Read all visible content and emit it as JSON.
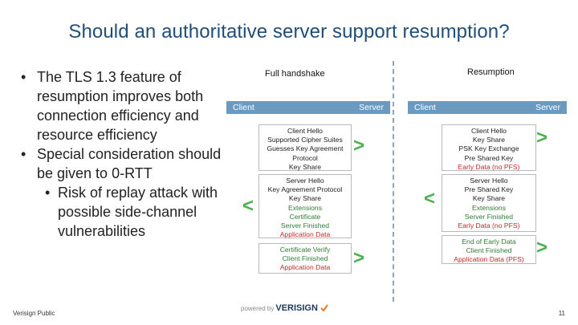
{
  "title": "Should an authoritative server support resumption?",
  "bullets": [
    {
      "level": 1,
      "text": "The TLS 1.3 feature of resumption improves both connection efficiency and resource efficiency"
    },
    {
      "level": 1,
      "text": "Special consideration should be given to 0-RTT"
    },
    {
      "level": 2,
      "text": "Risk of replay attack with possible side-channel vulnerabilities"
    }
  ],
  "full_handshake": {
    "heading": "Full handshake",
    "client_label": "Client",
    "server_label": "Server",
    "boxes": [
      {
        "lines": [
          {
            "text": "Client Hello",
            "tone": "normal"
          },
          {
            "text": "Supported Cipher Suites",
            "tone": "normal"
          },
          {
            "text": "Guesses Key Agreement",
            "tone": "normal"
          },
          {
            "text": "Protocol",
            "tone": "normal"
          },
          {
            "text": "Key Share",
            "tone": "normal"
          }
        ]
      },
      {
        "lines": [
          {
            "text": "Server Hello",
            "tone": "normal"
          },
          {
            "text": "Key Agreement Protocol",
            "tone": "normal"
          },
          {
            "text": "Key Share",
            "tone": "normal"
          },
          {
            "text": "Extensions",
            "tone": "green"
          },
          {
            "text": "Certificate",
            "tone": "green"
          },
          {
            "text": "Server Finished",
            "tone": "green"
          },
          {
            "text": "Application Data",
            "tone": "red"
          }
        ]
      },
      {
        "lines": [
          {
            "text": "Certificate Verify",
            "tone": "green"
          },
          {
            "text": "Client Finished",
            "tone": "green"
          },
          {
            "text": "Application Data",
            "tone": "red"
          }
        ]
      }
    ],
    "arrows": [
      ">",
      "<",
      ">"
    ]
  },
  "resumption": {
    "heading": "Resumption",
    "client_label": "Client",
    "server_label": "Server",
    "boxes": [
      {
        "lines": [
          {
            "text": "Client Hello",
            "tone": "normal"
          },
          {
            "text": "Key Share",
            "tone": "normal"
          },
          {
            "text": "PSK Key Exchange",
            "tone": "normal"
          },
          {
            "text": "Pre Shared Key",
            "tone": "normal"
          },
          {
            "text": "Early Data (no PFS)",
            "tone": "red"
          }
        ]
      },
      {
        "lines": [
          {
            "text": "Server Hello",
            "tone": "normal"
          },
          {
            "text": "Pre Shared Key",
            "tone": "normal"
          },
          {
            "text": "Key Share",
            "tone": "normal"
          },
          {
            "text": "Extensions",
            "tone": "green"
          },
          {
            "text": "Server Finished",
            "tone": "green"
          },
          {
            "text": "Early Data (no PFS)",
            "tone": "red"
          }
        ]
      },
      {
        "lines": [
          {
            "text": "End of Early Data",
            "tone": "green"
          },
          {
            "text": "Client Finished",
            "tone": "green"
          },
          {
            "text": "Application Data (PFS)",
            "tone": "red"
          }
        ]
      }
    ],
    "arrows": [
      ">",
      "<",
      ">"
    ]
  },
  "footer": {
    "left": "Verisign Public",
    "powered_by": "powered by",
    "brand": "VERISIGN",
    "page": "11"
  },
  "colors": {
    "title": "#1f4e79",
    "pill": "#6a9ac0",
    "arrow": "#4caf50",
    "green_text": "#2e7d32",
    "red_text": "#c62828",
    "divider": "#8fa3c6"
  }
}
